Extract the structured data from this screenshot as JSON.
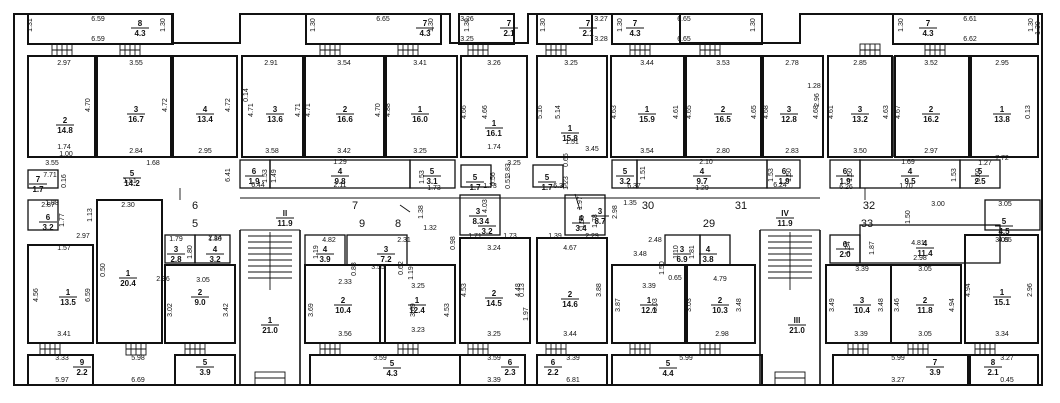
{
  "rooms": [
    {
      "n": "8",
      "a": "4.3"
    },
    {
      "n": "7",
      "a": "4.3"
    },
    {
      "n": "7",
      "a": "2.1"
    },
    {
      "n": "7",
      "a": "2.1"
    },
    {
      "n": "7",
      "a": "4.3"
    },
    {
      "n": "7",
      "a": "4.3"
    },
    {
      "n": "2",
      "a": "14.8"
    },
    {
      "n": "3",
      "a": "16.7"
    },
    {
      "n": "4",
      "a": "13.4"
    },
    {
      "n": "3",
      "a": "13.6"
    },
    {
      "n": "2",
      "a": "16.6"
    },
    {
      "n": "1",
      "a": "16.0"
    },
    {
      "n": "1",
      "a": "16.1"
    },
    {
      "n": "1",
      "a": "15.8"
    },
    {
      "n": "1",
      "a": "15.9"
    },
    {
      "n": "2",
      "a": "16.5"
    },
    {
      "n": "3",
      "a": "12.8"
    },
    {
      "n": "3",
      "a": "13.2"
    },
    {
      "n": "2",
      "a": "16.2"
    },
    {
      "n": "1",
      "a": "13.8"
    },
    {
      "n": "6",
      "a": "1.9"
    },
    {
      "n": "4",
      "a": "9.8"
    },
    {
      "n": "5",
      "a": "3.1"
    },
    {
      "n": "5",
      "a": "1.7"
    },
    {
      "n": "5",
      "a": "1.7"
    },
    {
      "n": "5",
      "a": "3.2"
    },
    {
      "n": "4",
      "a": "9.7"
    },
    {
      "n": "6",
      "a": "1.9"
    },
    {
      "n": "6",
      "a": "1.9"
    },
    {
      "n": "4",
      "a": "9.5"
    },
    {
      "n": "5",
      "a": "2.5"
    },
    {
      "n": "7",
      "a": "1.7"
    },
    {
      "n": "5",
      "a": "14.2"
    },
    {
      "n": "6",
      "a": "3.2"
    },
    {
      "n": "3",
      "a": "8.3"
    },
    {
      "n": "4",
      "a": "3.2"
    },
    {
      "n": "4",
      "a": "3.4"
    },
    {
      "n": "3",
      "a": "8.7"
    },
    {
      "n": "5",
      "a": "4.5"
    },
    {
      "n": "3",
      "a": "2.8"
    },
    {
      "n": "4",
      "a": "3.2"
    },
    {
      "n": "4",
      "a": "3.9"
    },
    {
      "n": "3",
      "a": "7.2"
    },
    {
      "n": "3",
      "a": "6.9"
    },
    {
      "n": "4",
      "a": "3.8"
    },
    {
      "n": "6",
      "a": "2.0"
    },
    {
      "n": "4",
      "a": "11.4"
    },
    {
      "n": "1",
      "a": "13.5"
    },
    {
      "n": "1",
      "a": "20.4"
    },
    {
      "n": "2",
      "a": "9.0"
    },
    {
      "n": "1",
      "a": "21.0"
    },
    {
      "n": "2",
      "a": "10.4"
    },
    {
      "n": "1",
      "a": "12.4"
    },
    {
      "n": "2",
      "a": "14.5"
    },
    {
      "n": "2",
      "a": "14.6"
    },
    {
      "n": "1",
      "a": "12.1"
    },
    {
      "n": "2",
      "a": "10.3"
    },
    {
      "n": "III",
      "a": "21.0"
    },
    {
      "n": "3",
      "a": "10.4"
    },
    {
      "n": "2",
      "a": "11.8"
    },
    {
      "n": "1",
      "a": "15.1"
    },
    {
      "n": "9",
      "a": "2.2"
    },
    {
      "n": "5",
      "a": "3.9"
    },
    {
      "n": "5",
      "a": "4.3"
    },
    {
      "n": "6",
      "a": "2.3"
    },
    {
      "n": "6",
      "a": "2.2"
    },
    {
      "n": "5",
      "a": "4.4"
    },
    {
      "n": "7",
      "a": "3.9"
    },
    {
      "n": "8",
      "a": "2.1"
    },
    {
      "n": "II",
      "a": "11.9"
    },
    {
      "n": "IV",
      "a": "11.9"
    }
  ],
  "labels": [
    "6",
    "5",
    "7",
    "9",
    "8",
    "30",
    "31",
    "29",
    "32",
    "33"
  ],
  "dims": [
    "1.31",
    "6.59",
    "1.30",
    "6.59",
    "1.30",
    "6.65",
    "1.30",
    "3.26",
    "1.30",
    "3.25",
    "3.27",
    "1.30",
    "3.28",
    "1.30",
    "6.65",
    "1.30",
    "6.65",
    "1.30",
    "6.61",
    "1.30",
    "6.62",
    "1.30",
    "2.97",
    "3.55",
    "2.91",
    "3.54",
    "3.41",
    "3.26",
    "3.25",
    "3.44",
    "3.53",
    "2.78",
    "2.85",
    "3.52",
    "2.95",
    "4.70",
    "4.72",
    "4.72",
    "0.14",
    "4.71",
    "4.71",
    "4.71",
    "4.70",
    "4.88",
    "4.66",
    "4.66",
    "5.16",
    "5.14",
    "4.63",
    "4.61",
    "4.65",
    "4.65",
    "4.68",
    "4.68",
    "4.61",
    "4.63",
    "4.67",
    "0.13",
    "1.28",
    "2.96",
    "1.74",
    "3.55",
    "2.84",
    "2.95",
    "3.58",
    "3.42",
    "3.25",
    "1.74",
    "3.25",
    "1.51",
    "3.45",
    "3.54",
    "2.80",
    "2.83",
    "3.50",
    "2.97",
    "7.72",
    "1.68",
    "7.71",
    "1.51",
    "6.41",
    "1.29",
    "6.44",
    "2.11",
    "1.73",
    "1.73",
    "6.36",
    "2.10",
    "6.37",
    "1.29",
    "6.24",
    "1.69",
    "1.27",
    "6.26",
    "1.70",
    "2.87",
    "2.30",
    "1.13",
    "2.97",
    "1.57",
    "1.79",
    "1.80",
    "2.14",
    "4.82",
    "2.31",
    "1.32",
    "1.38",
    "1.71",
    "1.73",
    "1.39",
    "2.29",
    "1.35",
    "2.98",
    "3.00",
    "3.05",
    "4.85",
    "4.56",
    "6.59",
    "0.50",
    "2.96",
    "3.05",
    "3.02",
    "3.42",
    "2.33",
    "3.55",
    "3.25",
    "3.24",
    "4.67",
    "2.48",
    "3.48",
    "3.39",
    "4.79",
    "4.81",
    "2.98",
    "3.39",
    "3.05",
    "3.05",
    "3.69",
    "3.69",
    "4.53",
    "4.53",
    "4.48",
    "3.88",
    "3.87",
    "3.03",
    "3.03",
    "3.48",
    "3.49",
    "3.48",
    "3.46",
    "4.94",
    "4.94",
    "2.96",
    "3.41",
    "3.56",
    "3.23",
    "3.25",
    "3.44",
    "2.98",
    "3.39",
    "3.05",
    "3.34",
    "3.33",
    "5.97",
    "5.98",
    "6.69",
    "3.59",
    "3.59",
    "3.39",
    "3.39",
    "6.81",
    "5.99",
    "5.99",
    "3.27",
    "3.27",
    "0.45",
    "1.00",
    "0.16",
    "1.88",
    "1.77",
    "1.80",
    "1.19",
    "0.83",
    "0.62",
    "1.19",
    "0.98",
    "0.56",
    "0.51",
    "3.83",
    "4.03",
    "1.97",
    "1.50",
    "1.53",
    "1.49",
    "1.53",
    "1.51",
    "1.53",
    "1.50",
    "1.50",
    "1.53",
    "0.60",
    "0.66",
    "1.23",
    "0.13",
    "1.97",
    "1.78",
    "1.81",
    "1.10",
    "0.65",
    "1.50",
    "1.34",
    "1.87",
    "1.50"
  ]
}
